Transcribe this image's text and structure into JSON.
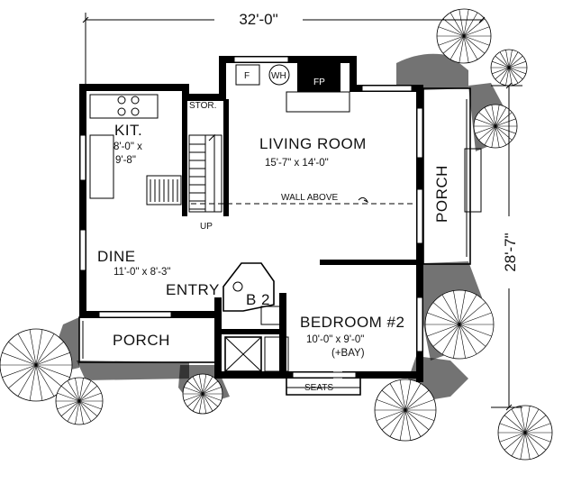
{
  "overall": {
    "width": "32'-0\"",
    "depth": "28'-7\""
  },
  "rooms": {
    "kitchen": {
      "name": "KIT.",
      "size_a": "8'-0\" x",
      "size_b": "9'-8\""
    },
    "storage": {
      "name": "STOR."
    },
    "living": {
      "name": "LIVING ROOM",
      "size": "15'-7\" x 14'-0\""
    },
    "dine": {
      "name": "DINE",
      "size": "11'-0\" x 8'-3\""
    },
    "entry": {
      "name": "ENTRY"
    },
    "bath": {
      "name": "B 2"
    },
    "bedroom": {
      "name": "BEDROOM #2",
      "size": "10'-0\" x 9'-0\"",
      "note": "(+BAY)"
    },
    "porch_front": {
      "name": "PORCH"
    },
    "porch_side": {
      "name": "PORCH"
    }
  },
  "fixtures": {
    "furnace": "F",
    "water_heater": "WH",
    "fireplace": "FP",
    "stair_up": "UP",
    "wall_above": "WALL ABOVE",
    "seats": "SEATS"
  }
}
